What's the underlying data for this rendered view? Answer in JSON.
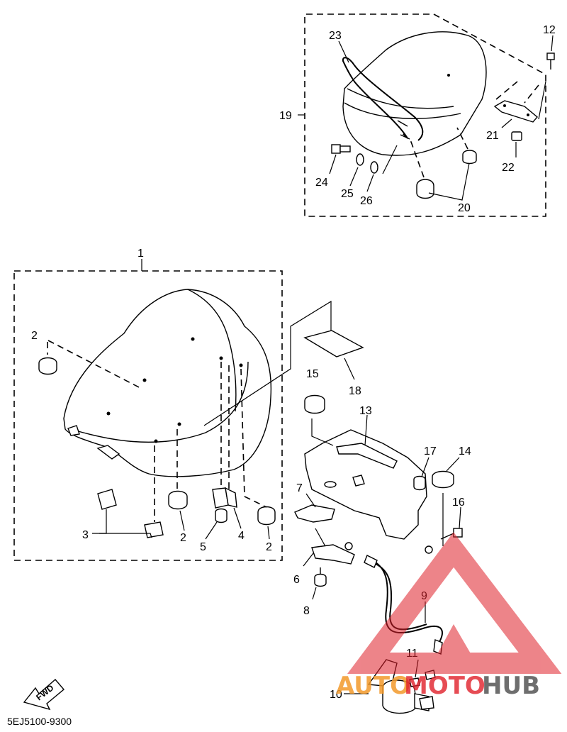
{
  "labels": {
    "p1": "1",
    "p2a": "2",
    "p2b": "2",
    "p2c": "2",
    "p3": "3",
    "p4": "4",
    "p5": "5",
    "p6": "6",
    "p7": "7",
    "p8": "8",
    "p9": "9",
    "p10": "10",
    "p11": "11",
    "p12": "12",
    "p13": "13",
    "p14": "14",
    "p15": "15",
    "p16": "16",
    "p17": "17",
    "p18": "18",
    "p19": "19",
    "p20": "20",
    "p21": "21",
    "p22": "22",
    "p23": "23",
    "p24": "24",
    "p25": "25",
    "p26": "26"
  },
  "fwd_label": "FWD",
  "diagram_code": "5EJ5100-9300",
  "watermark": {
    "part1": "AUTO",
    "part2": "MOTO",
    "part3": "HUB"
  },
  "colors": {
    "watermark_red": "#e0202a",
    "watermark_orange": "#f39a2b",
    "watermark_dark": "#555555"
  }
}
